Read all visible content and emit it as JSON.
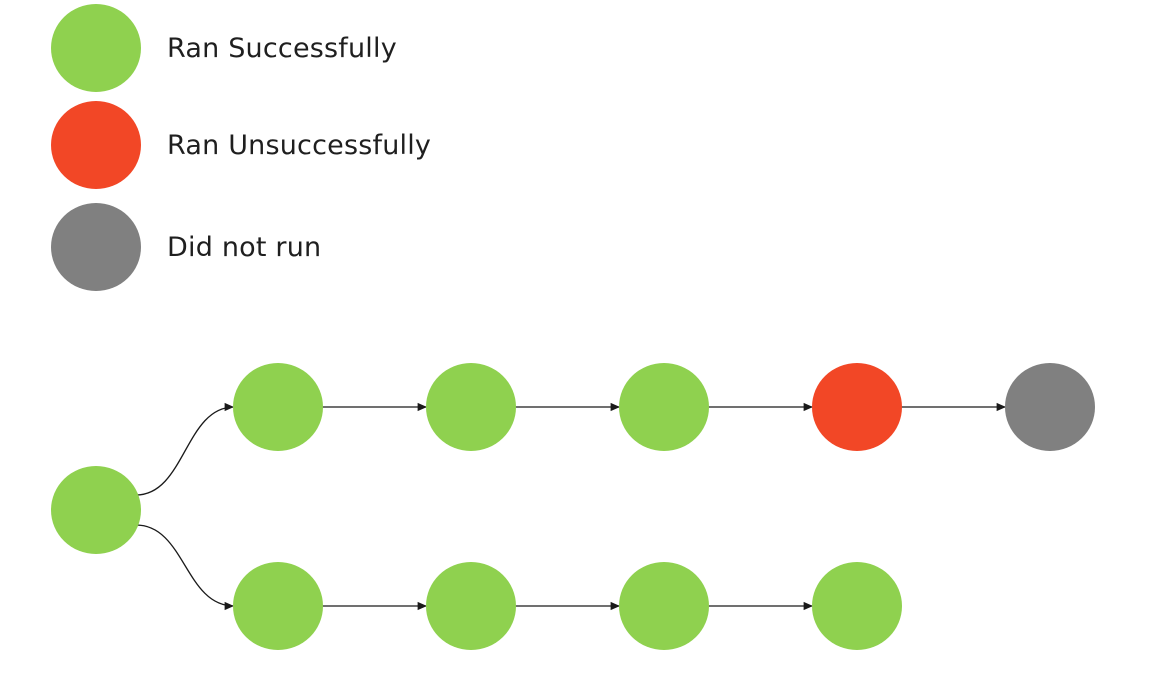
{
  "colors": {
    "success": "#8fd14f",
    "failure": "#f24726",
    "skipped": "#808080",
    "edge": "#1a1a1a"
  },
  "legend": [
    {
      "status": "success",
      "label": "Ran Successfully"
    },
    {
      "status": "failure",
      "label": "Ran Unsuccessfully"
    },
    {
      "status": "skipped",
      "label": "Did not run"
    }
  ],
  "graph": {
    "nodes": [
      {
        "id": "root",
        "status": "success"
      },
      {
        "id": "a1",
        "status": "success"
      },
      {
        "id": "a2",
        "status": "success"
      },
      {
        "id": "a3",
        "status": "success"
      },
      {
        "id": "a4",
        "status": "failure"
      },
      {
        "id": "a5",
        "status": "skipped"
      },
      {
        "id": "b1",
        "status": "success"
      },
      {
        "id": "b2",
        "status": "success"
      },
      {
        "id": "b3",
        "status": "success"
      },
      {
        "id": "b4",
        "status": "success"
      }
    ],
    "edges": [
      {
        "from": "root",
        "to": "a1"
      },
      {
        "from": "a1",
        "to": "a2"
      },
      {
        "from": "a2",
        "to": "a3"
      },
      {
        "from": "a3",
        "to": "a4"
      },
      {
        "from": "a4",
        "to": "a5"
      },
      {
        "from": "root",
        "to": "b1"
      },
      {
        "from": "b1",
        "to": "b2"
      },
      {
        "from": "b2",
        "to": "b3"
      },
      {
        "from": "b3",
        "to": "b4"
      }
    ]
  }
}
